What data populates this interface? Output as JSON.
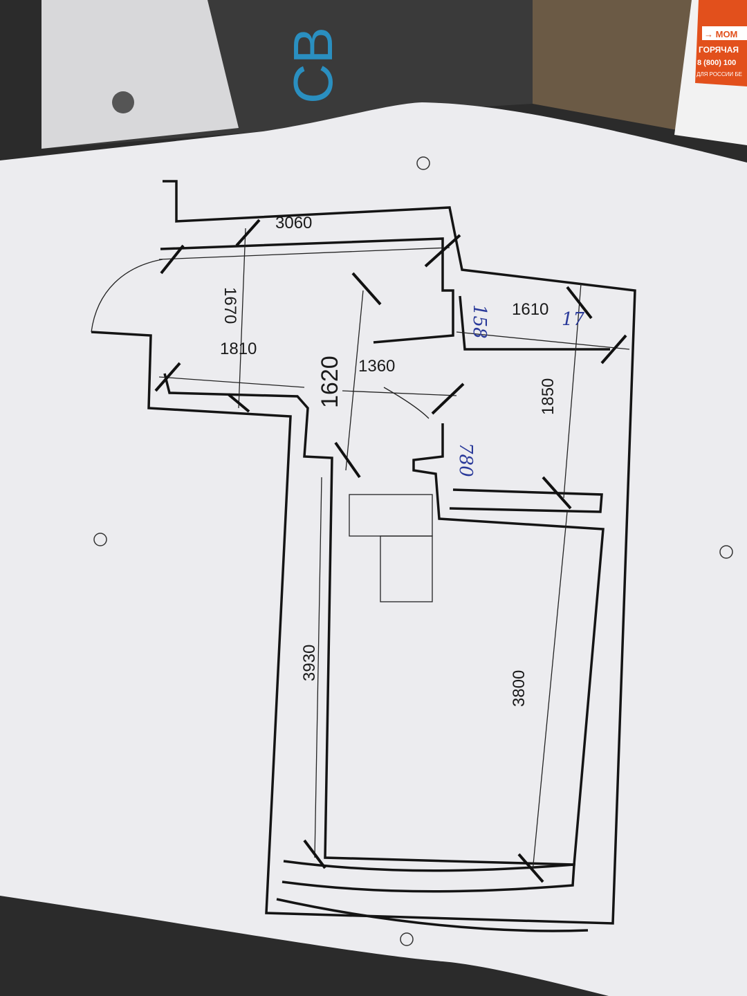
{
  "background": {
    "box_text": "СВ",
    "sticker": {
      "brand": "→ МОМ",
      "line1": "ГОРЯЧАЯ",
      "line2": "8 (800) 100",
      "line3": "ДЛЯ РОССИИ БЕ"
    }
  },
  "plan": {
    "dimensions": {
      "top_width": "3060",
      "left_room_height": "1670",
      "left_room_width": "1810",
      "hall_length": "1620",
      "hall_width": "1360",
      "right_room_width": "1610",
      "right_room_height": "1850",
      "main_room_left": "3930",
      "main_room_right": "3800"
    },
    "handwritten": {
      "note_top": "158",
      "note_mid": "780",
      "note_correction": "17"
    }
  },
  "colors": {
    "paper": "#ececef",
    "ink": "#141414",
    "pen": "#2a3a9a",
    "sticker": "#e2501c"
  }
}
